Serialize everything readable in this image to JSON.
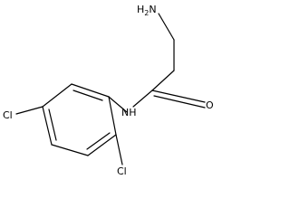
{
  "molecule": {
    "atoms": {
      "amine": {
        "main": "H",
        "subscript": "2",
        "suffix": "N"
      },
      "oxygen": "O",
      "amide_nh": "NH",
      "chlorine_para": "Cl",
      "chlorine_ortho": "Cl"
    }
  }
}
